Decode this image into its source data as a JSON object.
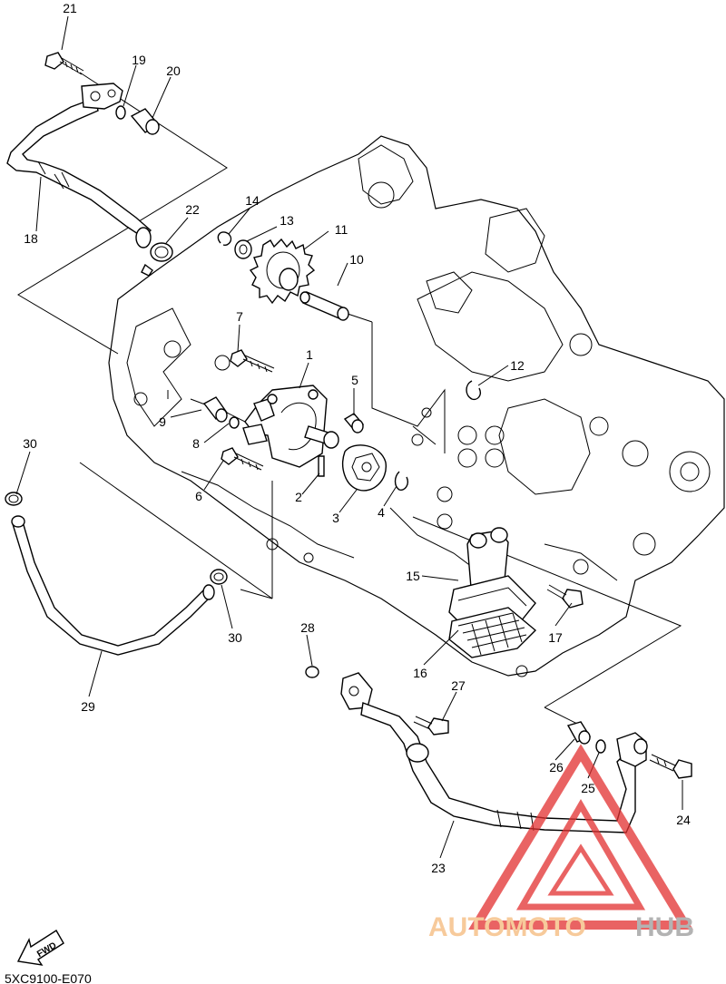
{
  "diagram_code": "5XC9100-E070",
  "fwd_label": "FWD",
  "watermark": {
    "part1": "AUTOMOTO",
    "part2": "HUB",
    "color1": "#f5b97a",
    "color2": "#9a9a9a",
    "triangle_color": "#e23030"
  },
  "callouts": [
    "1",
    "2",
    "3",
    "4",
    "5",
    "6",
    "7",
    "8",
    "9",
    "10",
    "11",
    "12",
    "13",
    "14",
    "15",
    "16",
    "17",
    "18",
    "19",
    "20",
    "21",
    "22",
    "23",
    "24",
    "25",
    "26",
    "27",
    "28",
    "29",
    "30",
    "30"
  ]
}
